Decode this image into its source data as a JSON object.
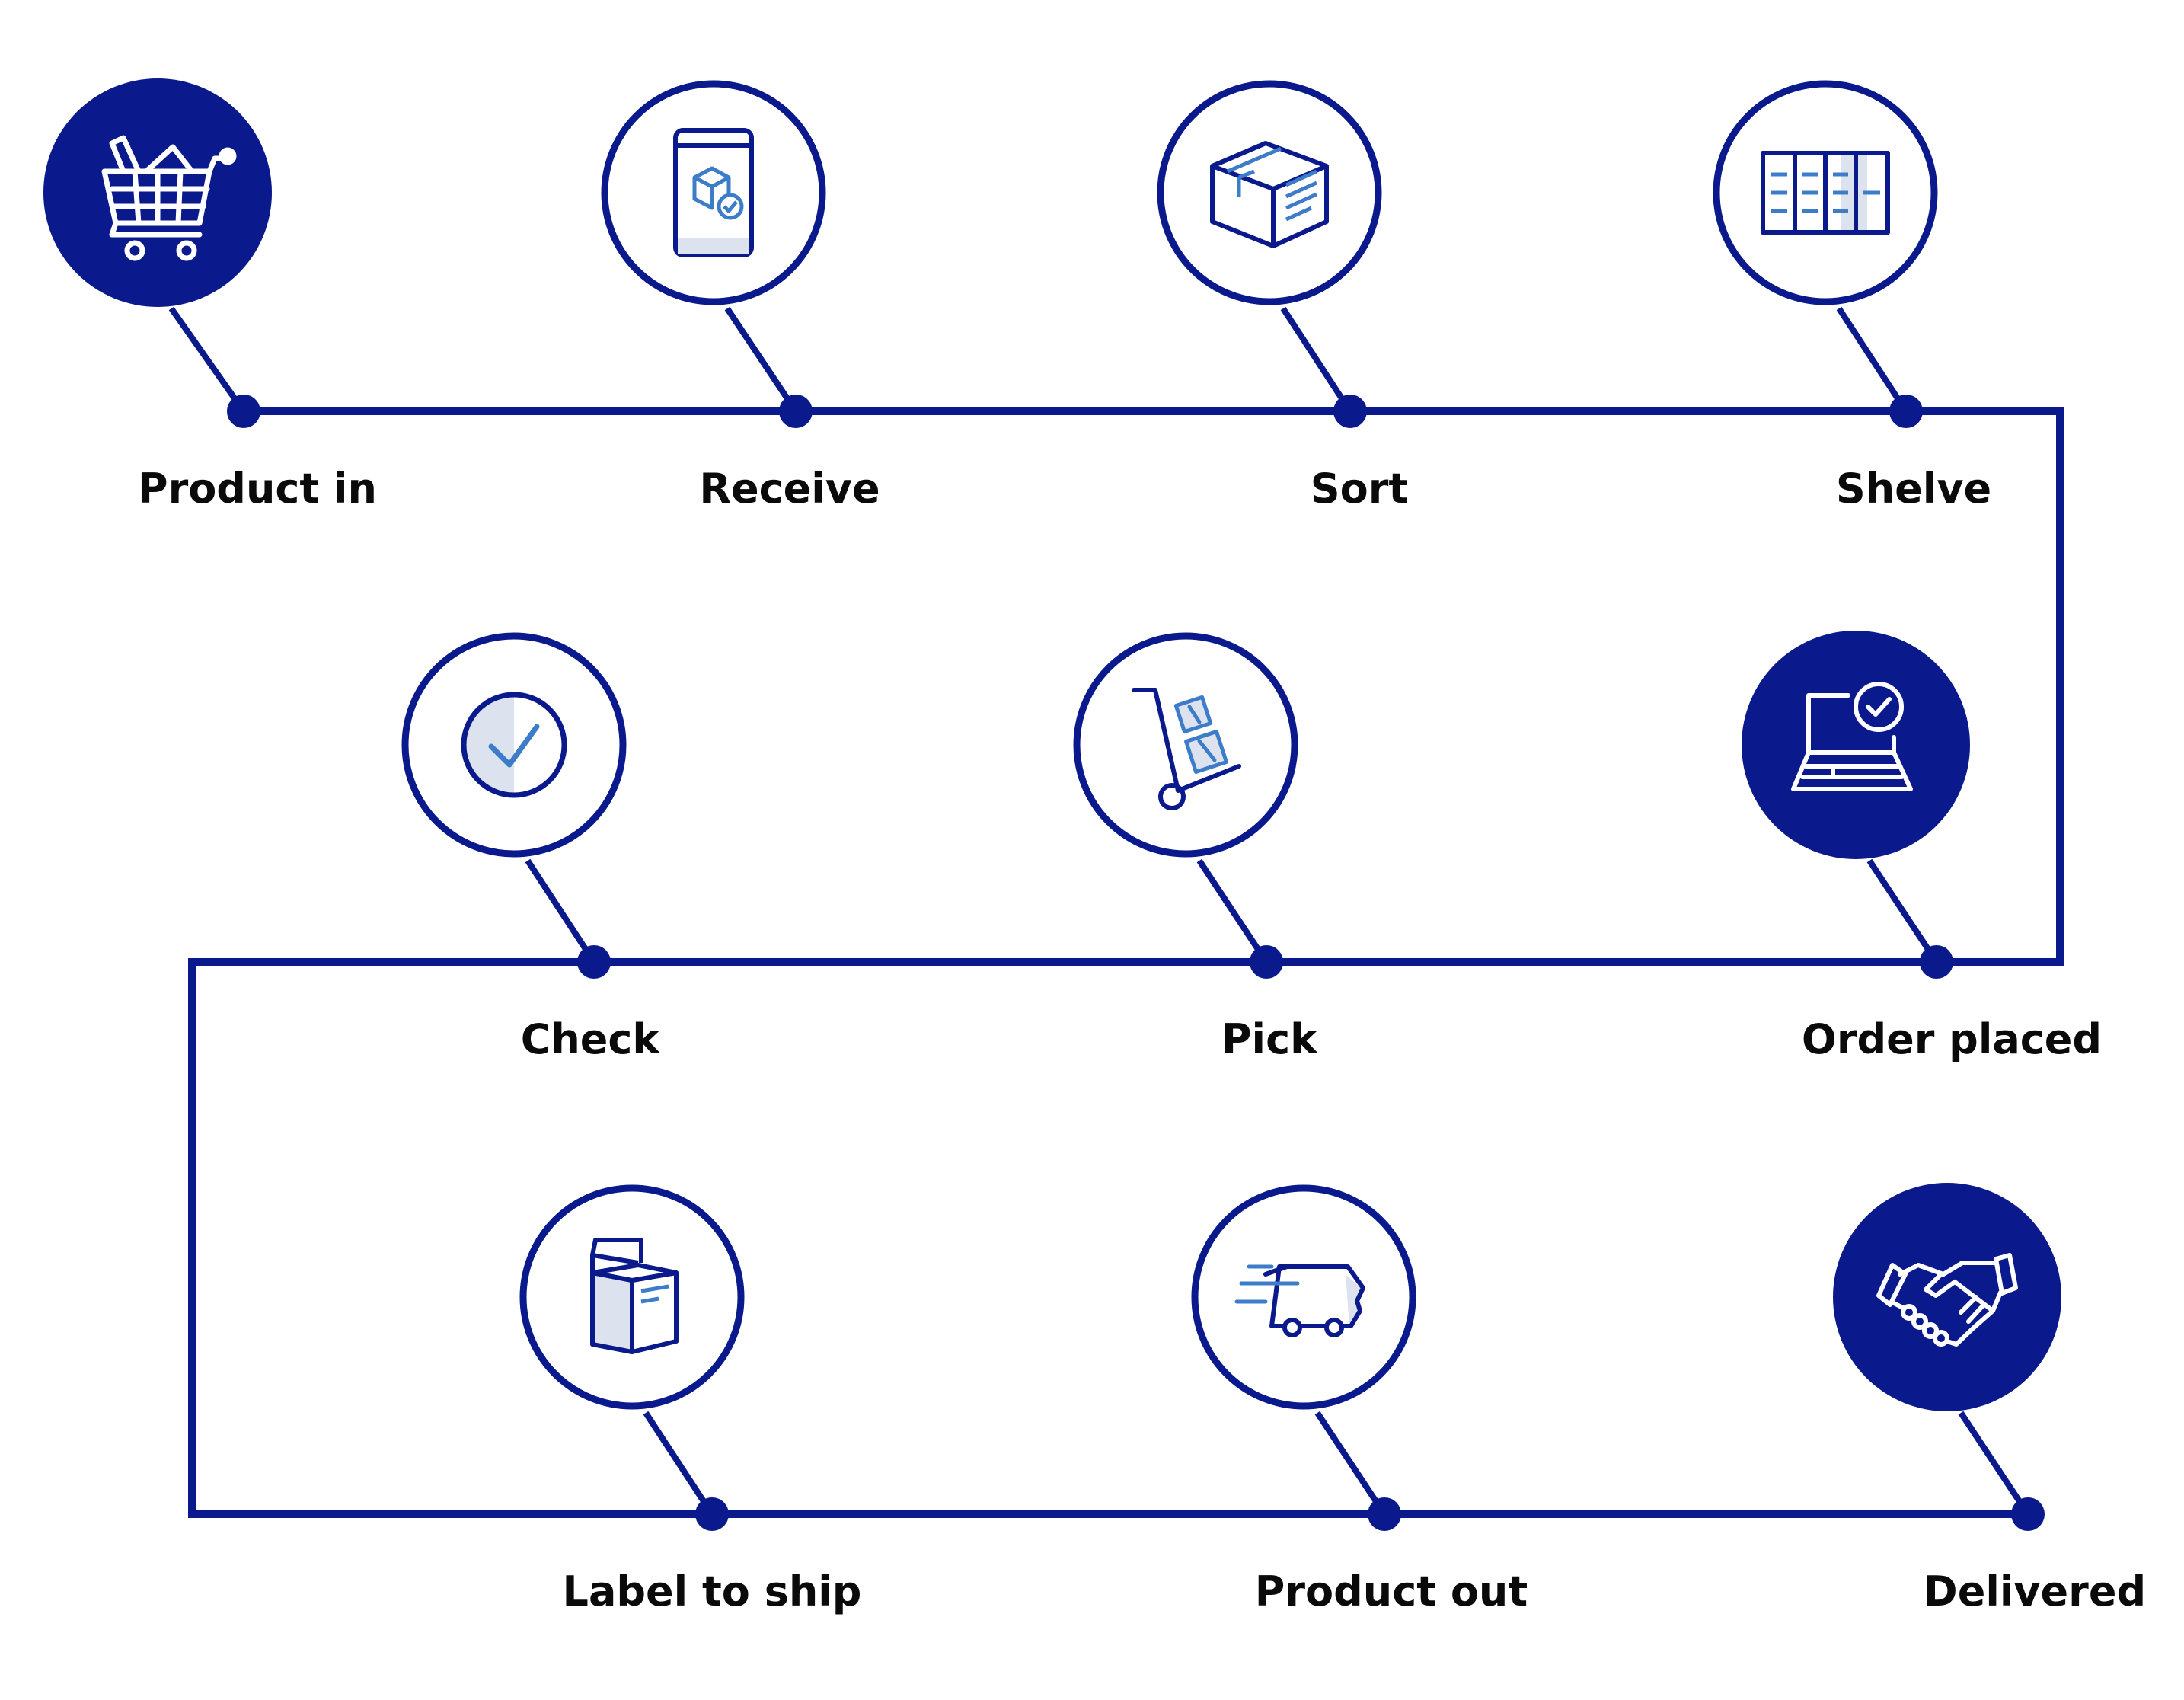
{
  "colors": {
    "primary": "#0a1a8c",
    "accent": "#3d7cc9",
    "light_fill": "#dde3ee",
    "label_text": "#0a0a0a",
    "background": "#ffffff"
  },
  "steps": [
    {
      "id": "product-in",
      "label": "Product in",
      "icon": "shopping-cart-icon",
      "filled": true
    },
    {
      "id": "receive",
      "label": "Receive",
      "icon": "mobile-package-icon",
      "filled": false
    },
    {
      "id": "sort",
      "label": "Sort",
      "icon": "box-icon",
      "filled": false
    },
    {
      "id": "shelve",
      "label": "Shelve",
      "icon": "shelves-icon",
      "filled": false
    },
    {
      "id": "order-placed",
      "label": "Order placed",
      "icon": "laptop-check-icon",
      "filled": true
    },
    {
      "id": "pick",
      "label": "Pick",
      "icon": "hand-truck-icon",
      "filled": false
    },
    {
      "id": "check",
      "label": "Check",
      "icon": "checkmark-icon",
      "filled": false
    },
    {
      "id": "label-to-ship",
      "label": "Label to ship",
      "icon": "shipping-box-icon",
      "filled": false
    },
    {
      "id": "product-out",
      "label": "Product out",
      "icon": "delivery-van-icon",
      "filled": false
    },
    {
      "id": "delivered",
      "label": "Delivered",
      "icon": "handshake-icon",
      "filled": true
    }
  ]
}
